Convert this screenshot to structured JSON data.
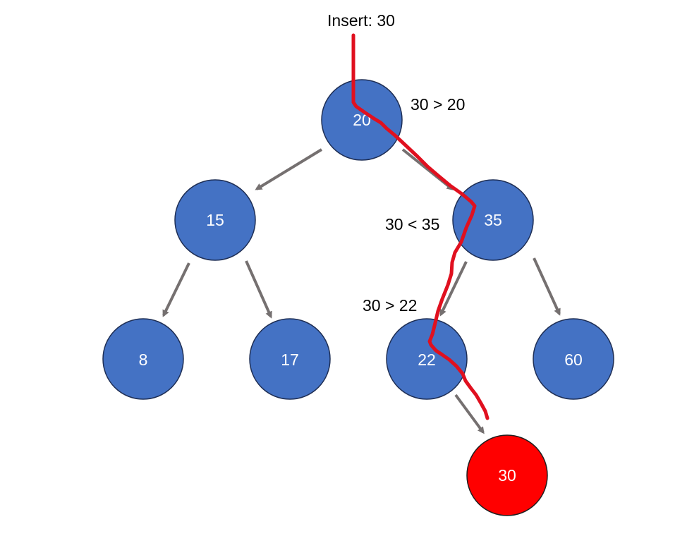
{
  "title": "Insert: 30",
  "colors": {
    "node_fill": "#4472c4",
    "node_stroke": "#1f2f55",
    "inserted_fill": "#ff0000",
    "inserted_stroke": "#1f1f1f",
    "edge": "#757070",
    "path": "#e0101f"
  },
  "nodes": [
    {
      "key": "20",
      "value": "20"
    },
    {
      "key": "15",
      "value": "15"
    },
    {
      "key": "35",
      "value": "35"
    },
    {
      "key": "8",
      "value": "8"
    },
    {
      "key": "17",
      "value": "17"
    },
    {
      "key": "22",
      "value": "22"
    },
    {
      "key": "60",
      "value": "60"
    },
    {
      "key": "30",
      "value": "30",
      "inserted": true
    }
  ],
  "edges": [
    {
      "from": "20",
      "to": "15"
    },
    {
      "from": "20",
      "to": "35"
    },
    {
      "from": "15",
      "to": "8"
    },
    {
      "from": "15",
      "to": "17"
    },
    {
      "from": "35",
      "to": "22"
    },
    {
      "from": "35",
      "to": "60"
    },
    {
      "from": "22",
      "to": "30"
    }
  ],
  "comparisons": [
    {
      "at": "20",
      "text": "30 > 20"
    },
    {
      "at": "35",
      "text": "30 < 35"
    },
    {
      "at": "22",
      "text": "30 > 22"
    }
  ]
}
